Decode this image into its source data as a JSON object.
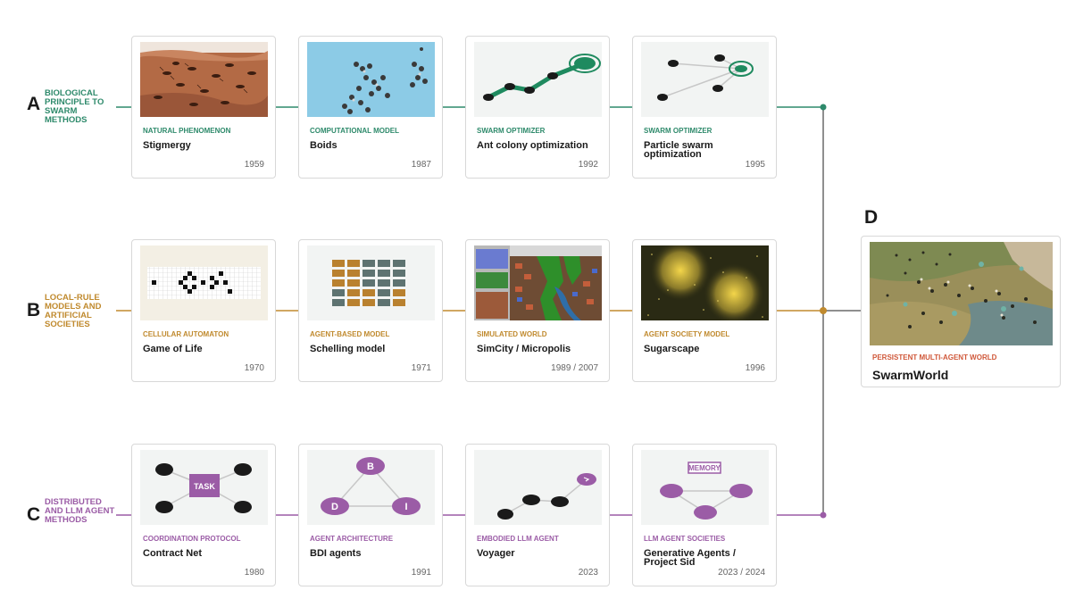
{
  "colors": {
    "a": "#2e8a6b",
    "b": "#c08a2e",
    "c": "#9b5ca6",
    "d": "#d0583a",
    "spine": "#8f8f8f"
  },
  "rows": [
    {
      "letter": "A",
      "title": "BIOLOGICAL PRINCIPLE TO SWARM METHODS"
    },
    {
      "letter": "B",
      "title": "LOCAL-RULE MODELS AND ARTIFICIAL SOCIETIES"
    },
    {
      "letter": "C",
      "title": "DISTRIBUTED AND LLM AGENT METHODS"
    }
  ],
  "cards": {
    "a1": {
      "category": "NATURAL PHENOMENON",
      "name": "Stigmergy",
      "year": "1959"
    },
    "a2": {
      "category": "COMPUTATIONAL MODEL",
      "name": "Boids",
      "year": "1987"
    },
    "a3": {
      "category": "SWARM OPTIMIZER",
      "name": "Ant colony optimization",
      "year": "1992"
    },
    "a4": {
      "category": "SWARM OPTIMIZER",
      "name": "Particle swarm optimization",
      "year": "1995"
    },
    "b1": {
      "category": "CELLULAR AUTOMATON",
      "name": "Game of Life",
      "year": "1970"
    },
    "b2": {
      "category": "AGENT-BASED MODEL",
      "name": "Schelling model",
      "year": "1971"
    },
    "b3": {
      "category": "SIMULATED WORLD",
      "name": "SimCity / Micropolis",
      "year": "1989 / 2007"
    },
    "b4": {
      "category": "AGENT SOCIETY MODEL",
      "name": "Sugarscape",
      "year": "1996"
    },
    "c1": {
      "category": "COORDINATION PROTOCOL",
      "name": "Contract Net",
      "year": "1980",
      "node_label": "TASK"
    },
    "c2": {
      "category": "AGENT ARCHITECTURE",
      "name": "BDI agents",
      "year": "1991",
      "node_b": "B",
      "node_d": "D",
      "node_i": "I"
    },
    "c3": {
      "category": "EMBODIED LLM AGENT",
      "name": "Voyager",
      "year": "2023"
    },
    "c4": {
      "category": "LLM AGENT SOCIETIES",
      "name": "Generative Agents / Project Sid",
      "year": "2023 / 2024",
      "node_label": "MEMORY"
    }
  },
  "final": {
    "letter": "D",
    "category": "PERSISTENT MULTI-AGENT WORLD",
    "name": "SwarmWorld"
  }
}
